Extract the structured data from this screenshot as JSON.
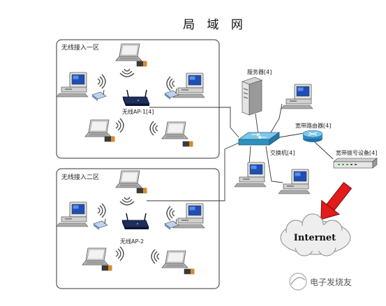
{
  "title": "局 域 网",
  "zones": {
    "zone1": "无线接入一区",
    "zone2": "无线接入二区"
  },
  "devices": {
    "ap1": "无线AP-1[4]",
    "ap2": "无线AP-2",
    "server": "服务器[4]",
    "switch": "交换机[4]",
    "router": "宽带路由器[4]",
    "dialer": "宽带拨号设备[4]"
  },
  "internet": "Internet",
  "watermark": "电子发烧友"
}
